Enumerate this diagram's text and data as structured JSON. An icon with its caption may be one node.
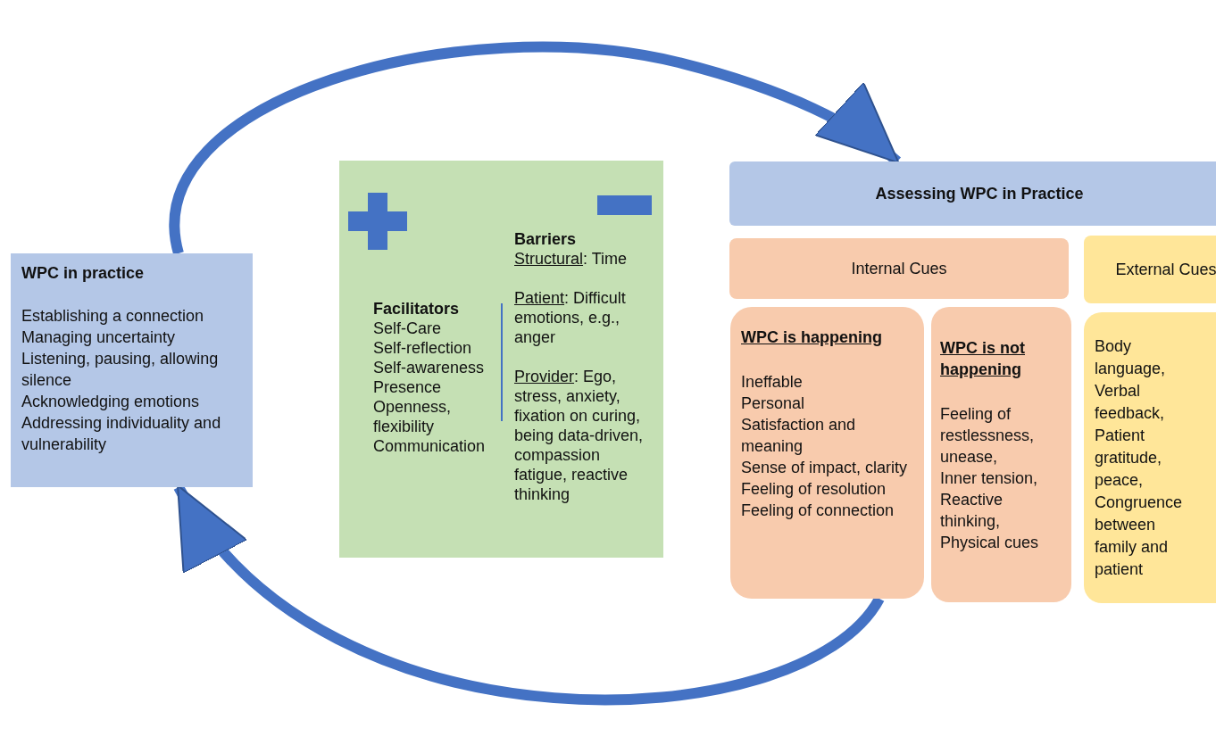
{
  "diagram": {
    "nodes": [
      {
        "text": [
          "WPC in practice",
          "Establishing a connection",
          "Managing uncertainty",
          "Listening, pausing, allowing silence",
          "Acknowledging emotions",
          "Addressing individuality and vulnerability"
        ]
      },
      {
        "text": [
          "Facilitators",
          "Self-Care",
          "Self-reflection",
          "Self-awareness",
          "Presence",
          "Openness, flexibility",
          "Communication",
          "Barriers",
          "Structural: Time",
          "Patient: Difficult emotions, e.g., anger",
          "Provider: Ego, stress, anxiety, fixation on curing, being data-driven, compassion fatigue, reactive thinking"
        ]
      },
      {
        "text": [
          "Assessing WPC in Practice"
        ]
      },
      {
        "text": [
          "Internal Cues"
        ]
      },
      {
        "text": [
          "External Cues"
        ]
      },
      {
        "text": [
          "WPC is happening",
          "Ineffable",
          "Personal",
          "Satisfaction and meaning",
          "Sense of impact, clarity",
          "Feeling of resolution",
          "Feeling of connection"
        ]
      },
      {
        "text": [
          "WPC is not happening",
          "Feeling of restlessness, unease,",
          "Inner tension,",
          "Reactive thinking,",
          "Physical cues"
        ]
      },
      {
        "text": [
          "Body language, Verbal feedback, Patient gratitude, peace, Congruence between family and patient"
        ]
      }
    ],
    "edges": [
      {
        "from": 0,
        "to": 2,
        "arrow": "to"
      },
      {
        "from": 5,
        "to": 0,
        "arrow": "to"
      }
    ]
  }
}
